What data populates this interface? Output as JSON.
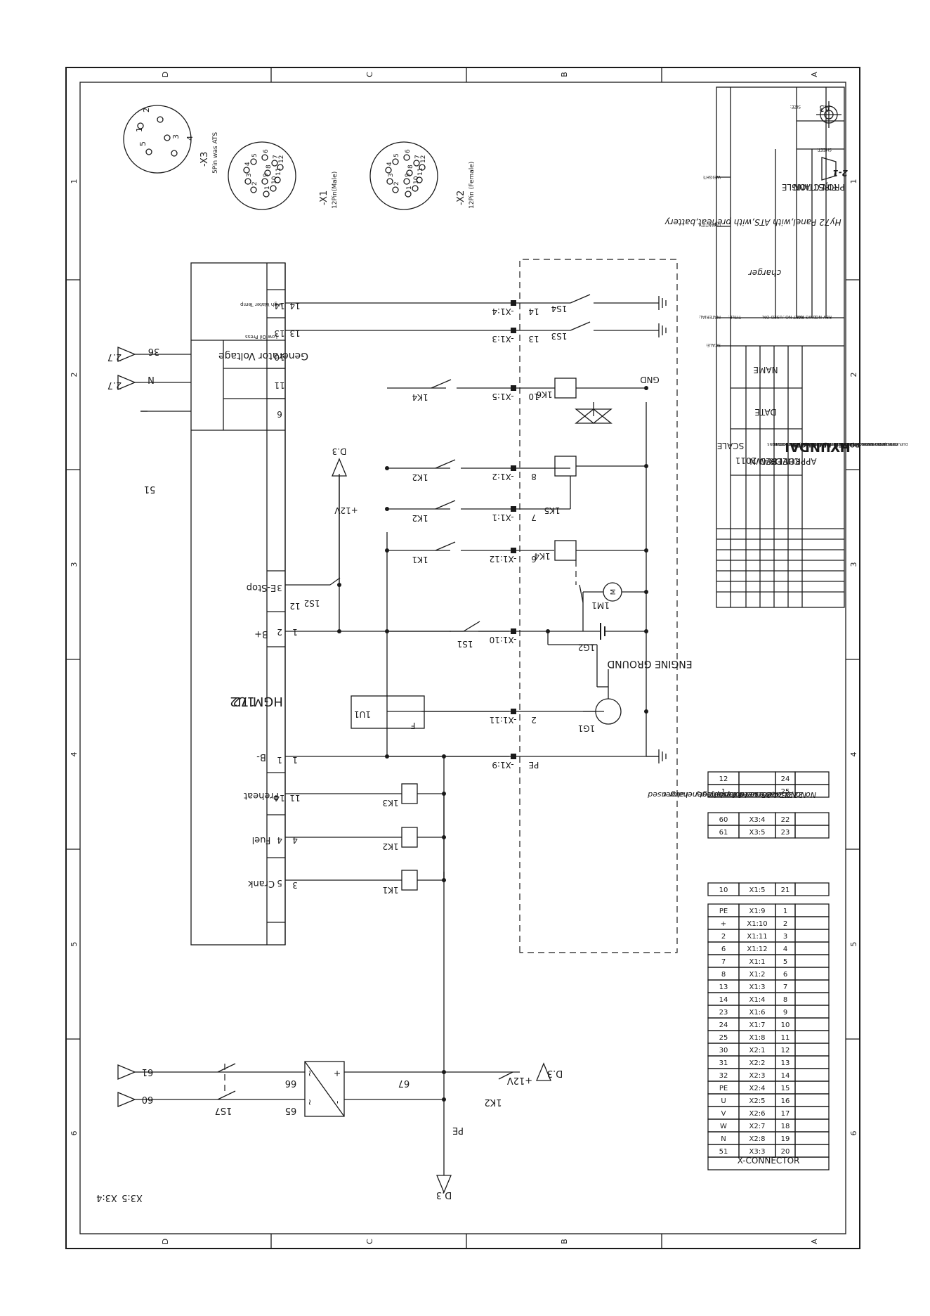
{
  "zones": {
    "cols": [
      "6",
      "5",
      "4",
      "3",
      "2",
      "1"
    ],
    "rows": [
      "A",
      "B",
      "C",
      "D"
    ]
  },
  "connectors": [
    {
      "name": "-X3",
      "desc": "5Pin was ATS",
      "pins": [
        "1",
        "2",
        "3",
        "4",
        "5"
      ]
    },
    {
      "name": "-X1",
      "desc": "12Pin(Male)",
      "pins": [
        "1",
        "2",
        "3",
        "4",
        "5",
        "6",
        "7",
        "8",
        "9",
        "10",
        "11",
        "12"
      ]
    },
    {
      "name": "-X2",
      "desc": "12Pin (Female)",
      "pins": [
        "1",
        "2",
        "3",
        "4",
        "5",
        "6",
        "7",
        "8",
        "9",
        "10",
        "11",
        "12"
      ]
    }
  ],
  "controller": {
    "ref": "1U2",
    "model": "HGM 72",
    "pin_labels": [
      "Crank",
      "Fuel",
      "Preheat",
      "B-",
      "B+",
      "E-Stop",
      "Low Oil Press",
      "High Water Temp"
    ],
    "pin_numbers": [
      "5",
      "4",
      "14",
      "1",
      "2",
      "3",
      "13",
      "14"
    ],
    "wire_numbers": [
      "3",
      "4",
      "11",
      "1",
      "1",
      "12",
      "13",
      "14"
    ],
    "gen_voltage": {
      "label": "Generator Voltage",
      "pins": [
        "6",
        "11",
        "10"
      ]
    }
  },
  "labels": {
    "gen_wires": [
      "51",
      "N",
      "36"
    ],
    "gen_refs": [
      "2.7",
      "2.7"
    ],
    "plus12": "+12V",
    "d3": "D.3",
    "x34": "X3:4",
    "x35": "X3:5",
    "w60": "60",
    "w61": "61",
    "w65": "65",
    "w66": "66",
    "w67": "67",
    "pe": "PE",
    "s7": "1S7",
    "s1": "1S1",
    "u1": "1U1",
    "u1_f": "F",
    "s2": "1S2",
    "k2": "1K2",
    "gnd": "GND",
    "engine_ground": "ENGINE GROUND",
    "one": "1",
    "plus": "+",
    "minus": "-"
  },
  "relays": [
    "1K1",
    "1K2",
    "1K3"
  ],
  "relay_contacts": [
    "1K1",
    "1K2",
    "1K2",
    "1K4"
  ],
  "x1_terminals": [
    "-X1:9",
    "-X1:11",
    "-X1:10",
    "-X1:12",
    "-X1:1",
    "-X1:2",
    "-X1:5",
    "-X1:3",
    "-X1:4"
  ],
  "engine_wires": [
    "PE",
    "2",
    "",
    "6",
    "7",
    "8",
    "10",
    "13",
    "14"
  ],
  "engine_devices": [
    "1G1",
    "1G2",
    "1M1",
    "1K4",
    "1K5",
    "1K6",
    "1S3",
    "1S4"
  ],
  "notes": {
    "title": "Connector notes",
    "lines": [
      "No 24,25 were canopy generator used",
      "No 21 was used for preheat",
      "No 22,23 were used for battery charger"
    ]
  },
  "xtable": {
    "title": "X-CONNECTOR",
    "rows": [
      [
        "1",
        "X1:9",
        "PE"
      ],
      [
        "2",
        "X1:10",
        "+"
      ],
      [
        "3",
        "X1:11",
        "2"
      ],
      [
        "4",
        "X1:12",
        "6"
      ],
      [
        "5",
        "X1:1",
        "7"
      ],
      [
        "6",
        "X1:2",
        "8"
      ],
      [
        "7",
        "X1:3",
        "13"
      ],
      [
        "8",
        "X1:4",
        "14"
      ],
      [
        "9",
        "X1:6",
        "23"
      ],
      [
        "10",
        "X1:7",
        "24"
      ],
      [
        "11",
        "X1:8",
        "25"
      ],
      [
        "12",
        "X2:1",
        "30"
      ],
      [
        "13",
        "X2:2",
        "31"
      ],
      [
        "14",
        "X2:3",
        "32"
      ],
      [
        "15",
        "X2:4",
        "PE"
      ],
      [
        "16",
        "X2:5",
        "U"
      ],
      [
        "17",
        "X2:6",
        "V"
      ],
      [
        "18",
        "X2:7",
        "W"
      ],
      [
        "19",
        "X2:8",
        "N"
      ],
      [
        "20",
        "X3:3",
        "51"
      ]
    ],
    "row21": [
      "21",
      "X1:5",
      "10"
    ],
    "rows22": [
      [
        "22",
        "X3:4",
        "60"
      ],
      [
        "23",
        "X3:5",
        "61"
      ]
    ],
    "rows24": [
      [
        "24",
        "",
        "12"
      ],
      [
        "25",
        "",
        "1"
      ]
    ]
  },
  "title_block": {
    "scale": "SCALE",
    "year": "2011",
    "date": "DATE",
    "name": "NAME",
    "drawn": "DRAWN",
    "checked": "CHECKED",
    "approved": "APPROVED",
    "brand": "HYUNDAI",
    "brand_sub": "POWER PRODUCTS",
    "disclaimer": [
      "THIS DOCUMENT IS THE PROPERTY OF ITC POWER (UK) LTD. IT CONTAINS",
      "PROPRIETARY AND CONFIDENTIAL INFORMATION WHICH MUST NOT BE",
      "DUPLICATED,USED OR DISCLOSED OTHER THAN AS EXPRESSLY AUTHORIZED",
      "BY ITC POWER (UK) LTD OR ITS REPRESENTATIVE"
    ],
    "scale_label": "SCALE:",
    "material": "MATERIAL:",
    "quantity": "QUANTITY:",
    "weight": "WEIGHT:",
    "title_label": "TITLE:",
    "title": "Hy72 Panel,with ATS,with preheat,battery",
    "title2": "charger",
    "used_on": "USED ON:",
    "part_no": "PART NO.:",
    "dwg_no": "DWG NO.:",
    "rev_no": "REV NO.:",
    "projection": "FIRST ANGLE",
    "projection2": "PROJECTION",
    "sheet_label": "SHEET:",
    "sheet": "2-1",
    "size_label": "SIZE:",
    "size": "A3"
  }
}
